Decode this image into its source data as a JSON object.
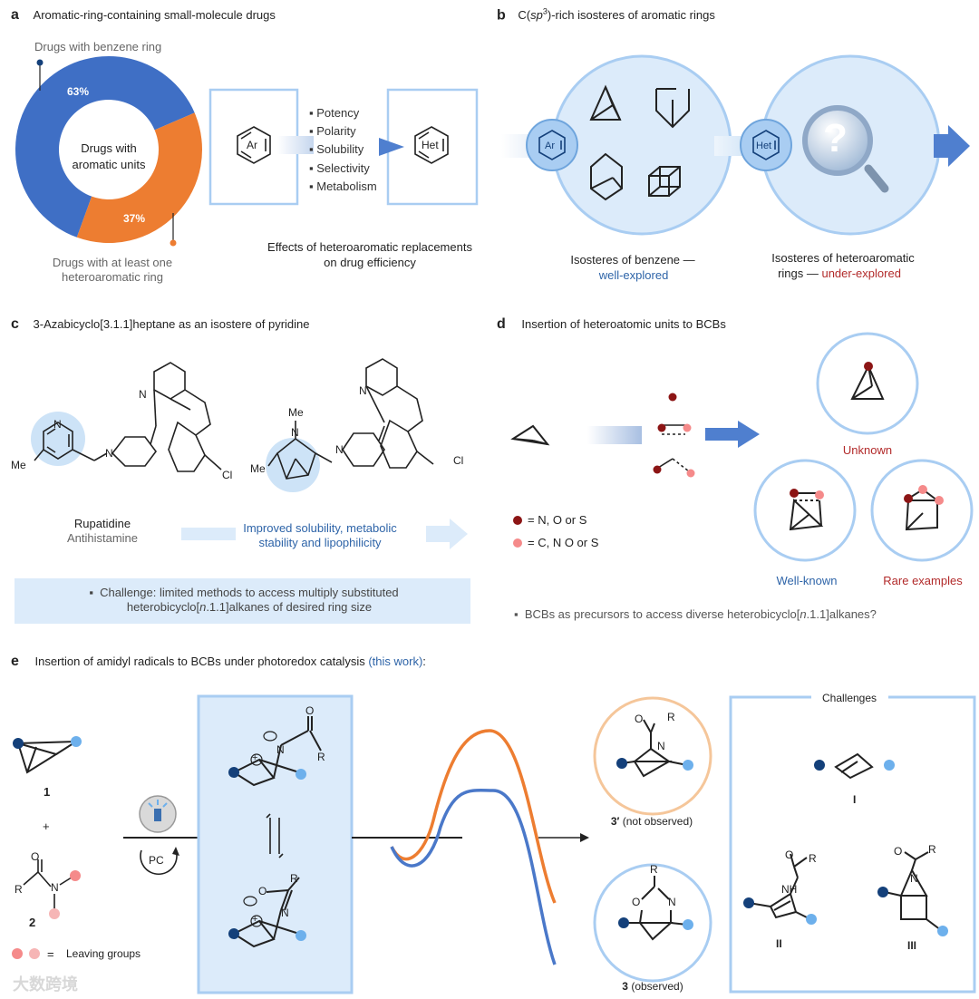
{
  "colors": {
    "blue_dark": "#3f6fc5",
    "orange": "#ed7d31",
    "box_border": "#a9cdf2",
    "light_fill": "#dcebfa",
    "navy": "#14407a",
    "light_blue_dot": "#6db0ec",
    "dark_red": "#8c1515",
    "pink": "#f58a8a",
    "light_pink": "#f6b5b5"
  },
  "panel_a": {
    "label": "a",
    "title": "Aromatic-ring-containing small-molecule drugs",
    "top_caption": "Drugs with benzene ring",
    "donut_center": [
      "Drugs with",
      "aromatic units"
    ],
    "pct_benzene_label": "63%",
    "pct_hetero_label": "37%",
    "pct_benzene": 63,
    "pct_hetero": 37,
    "bottom_caption": [
      "Drugs with at least one",
      "heteroaromatic ring"
    ],
    "ar_label": "Ar",
    "het_label": "Het",
    "effects": [
      "Potency",
      "Polarity",
      "Solubility",
      "Selectivity",
      "Metabolism"
    ],
    "effects_caption": [
      "Effects of heteroaromatic replacements",
      "on drug efficiency"
    ]
  },
  "panel_b": {
    "label": "b",
    "title_pre": "C(",
    "title_sp": "sp",
    "title_sup": "3",
    "title_post": ")-rich isosteres of aromatic rings",
    "ar_label": "Ar",
    "het_label": "Het",
    "question": "?",
    "caption_left": "Isosteres of benzene —",
    "caption_left_status": "well-explored",
    "caption_right_1": "Isosteres of heteroaromatic",
    "caption_right_2": "rings — ",
    "caption_right_status": "under-explored"
  },
  "panel_c": {
    "label": "c",
    "title": "3-Azabicyclo[3.1.1]heptane as an isostere of pyridine",
    "atoms": {
      "N": "N",
      "Me": "Me",
      "Cl": "Cl"
    },
    "drug_name": "Rupatidine",
    "drug_class": "Antihistamine",
    "improvement": [
      "Improved solubility, metabolic",
      "stability and lipophilicity"
    ],
    "challenge_1": "Challenge: limited methods to access multiply substituted",
    "challenge_2_pre": "heterobicyclo[",
    "challenge_2_n": "n",
    "challenge_2_post": ".1.1]alkanes of desired ring size"
  },
  "panel_d": {
    "label": "d",
    "title": "Insertion of heteroatomic units to BCBs",
    "legend_1": "= N, O or S",
    "legend_2": "= C, N O or S",
    "unknown": "Unknown",
    "well_known": "Well-known",
    "rare": "Rare examples",
    "footer_pre": "BCBs as precursors to access diverse heterobicyclo[",
    "footer_n": "n",
    "footer_post": ".1.1]alkanes?"
  },
  "panel_e": {
    "label": "e",
    "title_pre": "Insertion of amidyl radicals to BCBs under photoredox catalysis ",
    "title_link": "(this work)",
    "title_post": ":",
    "cmpd_1": "1",
    "plus": "+",
    "cmpd_2": "2",
    "atoms": {
      "O": "O",
      "R": "R",
      "N": "N",
      "NH": "NH",
      "plus_sign": "+"
    },
    "leaving_eq": "=",
    "leaving": "Leaving groups",
    "pc": "PC",
    "product_not_num": "3′",
    "product_not_obs": "(not observed)",
    "product_num": "3",
    "product_obs": "(observed)",
    "challenges_title": "Challenges",
    "roman": [
      "I",
      "II",
      "III"
    ]
  },
  "watermark": "大数跨境"
}
